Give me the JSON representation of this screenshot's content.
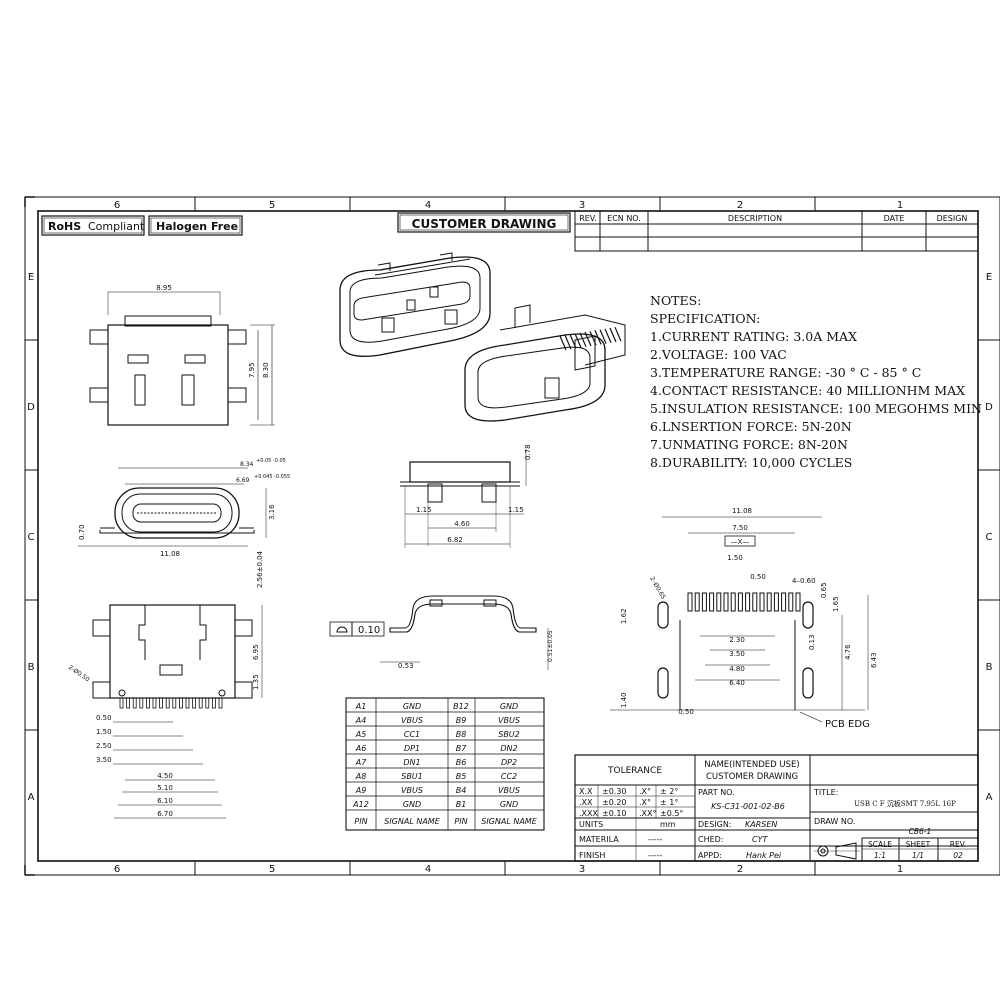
{
  "border_labels": {
    "columns": [
      "6",
      "5",
      "4",
      "3",
      "2",
      "1"
    ],
    "rows": [
      "E",
      "D",
      "C",
      "B",
      "A"
    ]
  },
  "badges": {
    "rohs_bold": "RoHS",
    "rohs_rest": "Compliant",
    "halogen": "Halogen Free"
  },
  "drawing_title": "CUSTOMER DRAWING",
  "revision_table": {
    "headers": [
      "REV.",
      "ECN NO.",
      "DESCRIPTION",
      "DATE",
      "DESIGN"
    ]
  },
  "notes": [
    "NOTES:",
    "SPECIFICATION:",
    "1.CURRENT RATING: 3.0A MAX",
    "2.VOLTAGE: 100 VAC",
    "3.TEMPERATURE RANGE: -30 ° C - 85 ° C",
    "4.CONTACT RESISTANCE: 40 MILLIONHM MAX",
    "5.INSULATION RESISTANCE: 100 MEGOHMS MIN",
    "6.LNSERTION FORCE: 5N-20N",
    "7.UNMATING FORCE: 8N-20N",
    "8.DURABILITY: 10,000 CYCLES"
  ],
  "top_view": {
    "width": "8.95",
    "h1": "8.30",
    "h2": "7.95"
  },
  "front_view": {
    "w1": "8.34",
    "tol1": "+0.05 -0.05",
    "w2": "6.69",
    "tol2": "+0.045 -0.055",
    "h": "3.16",
    "left": "0.70",
    "base": "11.08",
    "foot": "2.56±0.04"
  },
  "side_view": {
    "h": "0.78",
    "a": "1.15",
    "b": "1.15",
    "c": "4.60",
    "d": "6.82"
  },
  "section_view": {
    "flatness": "0.10",
    "a": "0.53",
    "b": "0.51±0.05"
  },
  "bottom_view": {
    "h1": "6.95",
    "h2": "1.35",
    "angle": "2-Ø0.50",
    "p1": "0.50",
    "p2": "1.50",
    "p3": "2.50",
    "p4": "3.50",
    "p5": "4.50",
    "p6": "5.10",
    "p7": "6.10",
    "p8": "6.70"
  },
  "pcb_layout": {
    "w1": "11.08",
    "w2": "7.50",
    "datum": "—X—",
    "d1": "1.50",
    "d2": "0.50",
    "d3": "4–0.60",
    "r1": "0.65",
    "r2": "1.65",
    "h1": "1.62",
    "angle": "2–Ø0.65",
    "d4": "2.30",
    "d5": "3.50",
    "d6": "4.80",
    "d7": "6.40",
    "v1": "0.13",
    "v2": "4.76",
    "v3": "6.43",
    "b1": "1.40",
    "b2": "0.50",
    "label": "PCB EDG"
  },
  "pin_table": {
    "rows": [
      [
        "A1",
        "GND",
        "B12",
        "GND"
      ],
      [
        "A4",
        "VBUS",
        "B9",
        "VBUS"
      ],
      [
        "A5",
        "CC1",
        "B8",
        "SBU2"
      ],
      [
        "A6",
        "DP1",
        "B7",
        "DN2"
      ],
      [
        "A7",
        "DN1",
        "B6",
        "DP2"
      ],
      [
        "A8",
        "SBU1",
        "B5",
        "CC2"
      ],
      [
        "A9",
        "VBUS",
        "B4",
        "VBUS"
      ],
      [
        "A12",
        "GND",
        "B1",
        "GND"
      ]
    ],
    "footer": [
      "PIN",
      "SIGNAL NAME",
      "PIN",
      "SIGNAL NAME"
    ]
  },
  "title_block": {
    "tolerance": "TOLERANCE",
    "tol_rows": [
      [
        "X.X",
        "±0.30",
        ".X°",
        "± 2°"
      ],
      [
        ".XX",
        "±0.20",
        ".X°",
        "± 1°"
      ],
      [
        ".XXX",
        "±0.10",
        ".XX°",
        "±0.5°"
      ]
    ],
    "units_label": "UNITS",
    "units_value": "mm",
    "materila_label": "MATERILA",
    "materila_value": "-----",
    "finish_label": "FINISH",
    "finish_value": "-----",
    "name_label_1": "NAME(INTENDED USE)",
    "name_label_2": "CUSTOMER DRAWING",
    "part_label": "PART NO.",
    "part_value": "KS-C31-001-02-B6",
    "design_label": "DESIGN:",
    "design_value": "KARSEN",
    "ched_label": "CHED:",
    "ched_value": "CYT",
    "appd_label": "APPD:",
    "appd_value": "Hank Pei",
    "title_label": "TITLE:",
    "title_value": "USB C F 沉板SMT 7.95L 16P",
    "drawno_label": "DRAW NO.",
    "drawno_value": "CB6-1",
    "scale_label": "SCALE",
    "scale_value": "1:1",
    "sheet_label": "SHEET",
    "sheet_value": "1/1",
    "rev_label": "REV.",
    "rev_value": "02"
  }
}
